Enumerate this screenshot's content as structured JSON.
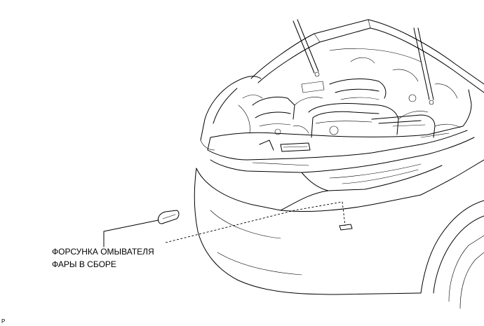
{
  "callout": {
    "line1": "ФОРСУНКА ОМЫВАТЕЛЯ",
    "line2": "ФАРЫ В СБОРЕ"
  },
  "corner_mark": "P"
}
